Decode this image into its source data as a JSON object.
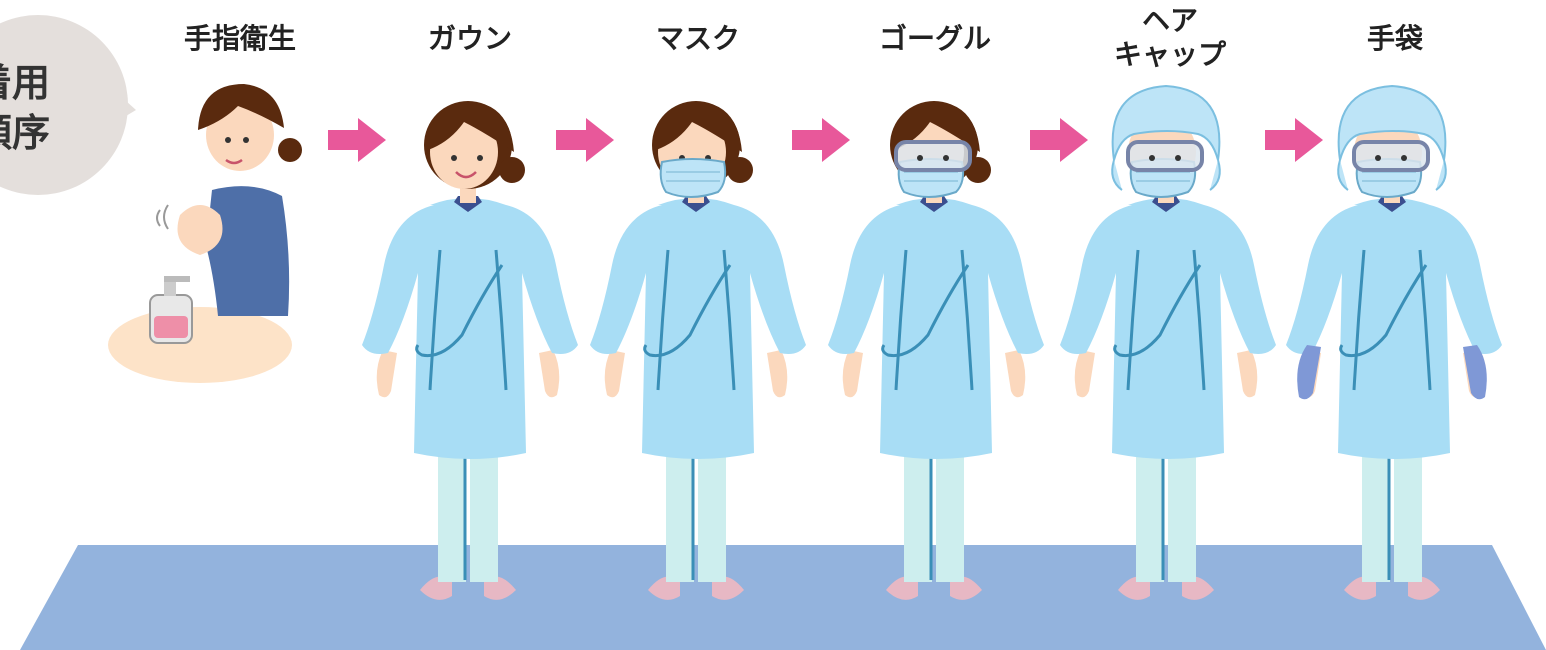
{
  "title": {
    "line1": "着用",
    "line2": "順序"
  },
  "steps": [
    {
      "label": "手指衛生"
    },
    {
      "label": "ガウン"
    },
    {
      "label": "マスク"
    },
    {
      "label": "ゴーグル"
    },
    {
      "label": "ヘア\nキャップ"
    },
    {
      "label": "手袋"
    }
  ],
  "colors": {
    "gown": "#a8ddf5",
    "gown_line": "#3a8fb7",
    "pants": "#cdeeee",
    "floor": "#93b3dd",
    "arrow": "#e8589a",
    "hair": "#5a2a0e",
    "skin": "#fbd8bd",
    "cap": "#bde4f7",
    "glove": "#7f98d6",
    "bubble": "#e4dfdc",
    "scrub": "#4e6fa8",
    "table": "#fde3c8"
  }
}
